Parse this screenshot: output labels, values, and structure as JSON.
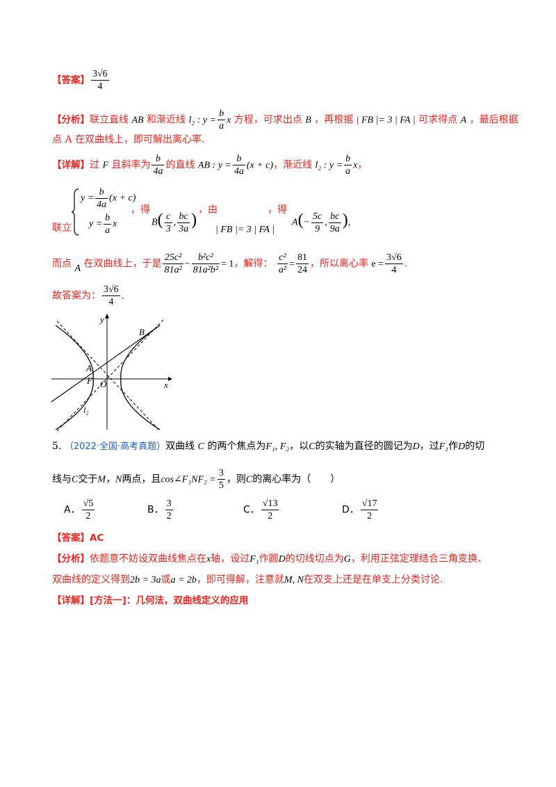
{
  "answer1": {
    "tag": "【答案】",
    "value_num": "3√6",
    "value_den": "4"
  },
  "analysis1": {
    "tag": "【分析】",
    "t1": "联立直线",
    "m1": "AB",
    "t2": "和渐近线",
    "m2": "l₂ : y =",
    "m2_num": "b",
    "m2_den": "a",
    "m2_tail": "x",
    "t3": "方程，可求出点",
    "m3": "B",
    "t4": "，再根据",
    "m4": "| FB |= 3 | FA |",
    "t5": "可求得点",
    "m5": "A",
    "t6": "，最后根据",
    "line2": "点 A 在双曲线上，即可解出离心率."
  },
  "detail1": {
    "tag": "【详解】",
    "t1": "过",
    "m1": "F",
    "t2": "且斜率为",
    "k_num": "b",
    "k_den": "4a",
    "t3": "的直线",
    "m3": "AB : y =",
    "m3_num": "b",
    "m3_den": "4a",
    "m3_tail": "(x + c)",
    "t4": "，渐近线",
    "m4": "l₂ : y =",
    "m4_num": "b",
    "m4_den": "a",
    "m4_tail": "x",
    "t5": "，"
  },
  "system": {
    "t_lianli": "联立",
    "eq1_pre": "y =",
    "eq1_num": "b",
    "eq1_den": "4a",
    "eq1_tail": "(x + c)",
    "eq2_pre": "y =",
    "eq2_num": "b",
    "eq2_den": "a",
    "eq2_tail": "x",
    "t_de1": "，得",
    "pointB_pre": "B",
    "pointB_c_num": "c",
    "pointB_c_den": "3",
    "pointB_bc_num": "bc",
    "pointB_bc_den": "3a",
    "t_you": "，由",
    "m_cond": "| FB |= 3 | FA |",
    "t_de2": "，得",
    "pointA_pre": "A",
    "pointA_c_num": "5c",
    "pointA_c_den": "9",
    "pointA_bc_num": "bc",
    "pointA_bc_den": "9a"
  },
  "conclusion": {
    "t1": "而点",
    "m1": "A",
    "t2": "在双曲线上，于是",
    "f1_num": "25c²",
    "f1_den": "81a²",
    "f2_num": "b²c²",
    "f2_den": "81a²b²",
    "eq_one": "= 1",
    "t3": "，解得：",
    "f3_num": "c²",
    "f3_den": "a²",
    "f4_num": "81",
    "f4_den": "24",
    "t4": "，所以离心率",
    "m_e": "e =",
    "e_num": "3√6",
    "e_den": "4",
    "t5": "."
  },
  "final": {
    "text": "故答案为：",
    "num": "3√6",
    "den": "4",
    "tail": "."
  },
  "figure": {
    "labels": {
      "y": "y",
      "x": "x",
      "B": "B",
      "A": "A",
      "F": "F",
      "O": "O",
      "l2": "l₂"
    }
  },
  "q5": {
    "num": "5.",
    "source": "（2022·全国·高考真题）",
    "t1": "双曲线",
    "mC": "C",
    "t2": "的两个焦点为",
    "mF": "F₁, F₂",
    "t3": "，以",
    "mC2": "C",
    "t4": "的实轴为直径的圆记为",
    "mD": "D",
    "t5": "，过",
    "mF1": "F₁",
    "t6": "作",
    "mD2": "D",
    "t7": "的切",
    "l2_t1": "线与",
    "l2_mC": "C",
    "l2_t2": "交于",
    "l2_mMN": "M，N",
    "l2_t3": "两点，且",
    "l2_cos": "cos∠F₁NF₂ =",
    "l2_num": "3",
    "l2_den": "5",
    "l2_t4": "，则",
    "l2_mC2": "C",
    "l2_t5": "的离心率为（　　）",
    "options": [
      {
        "label": "A．",
        "num": "√5",
        "den": "2"
      },
      {
        "label": "B．",
        "num": "3",
        "den": "2"
      },
      {
        "label": "C．",
        "num": "√13",
        "den": "2"
      },
      {
        "label": "D．",
        "num": "√17",
        "den": "2"
      }
    ]
  },
  "answer2": {
    "tag": "【答案】",
    "value": "AC"
  },
  "analysis2": {
    "tag": "【分析】",
    "t1": "依题意不妨设双曲线焦点在",
    "mx": "x",
    "t2": "轴，设过",
    "mF1": "F₁",
    "t3": "作圆",
    "mD": "D",
    "t4": "的切线切点为",
    "mG": "G",
    "t5": "，利用正弦定理结合三角变换、",
    "l2_t1": "双曲线的定义得到",
    "l2_m1": "2b = 3a",
    "l2_t2": "或",
    "l2_m2": "a = 2b",
    "l2_t3": "，即可得解，注意就",
    "l2_m3": "M, N",
    "l2_t4": "在双支上还是在单支上分类讨论."
  },
  "detail2": {
    "tag": "【详解】",
    "text": "[方法一]：几何法，双曲线定义的应用"
  }
}
